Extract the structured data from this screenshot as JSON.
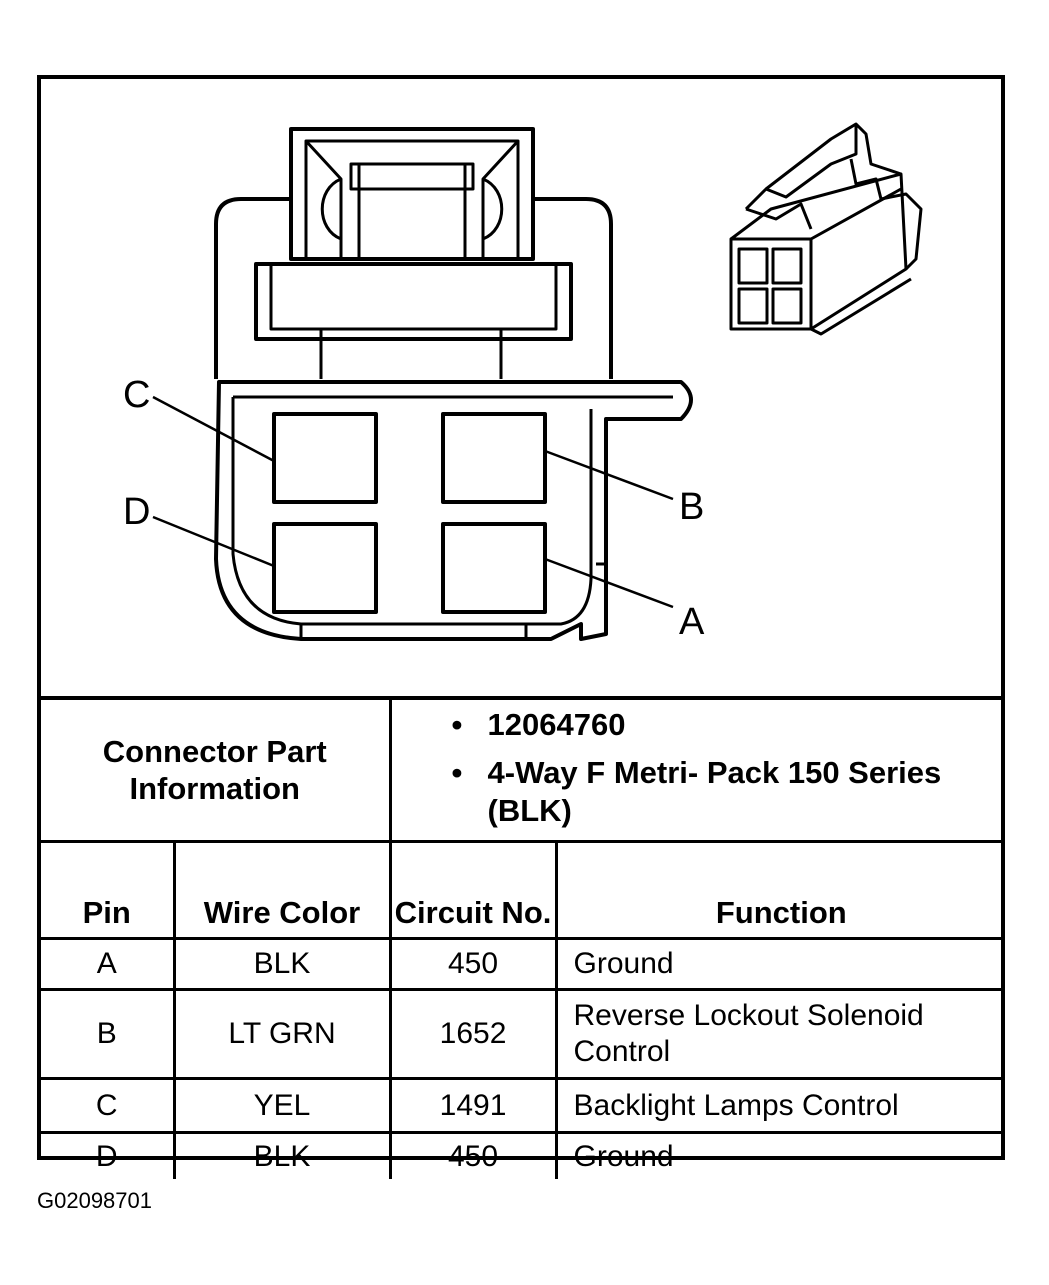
{
  "diagram": {
    "callouts": [
      "C",
      "B",
      "D",
      "A"
    ],
    "icons": [
      "connector-face-drawing",
      "connector-3d-view"
    ]
  },
  "part_info": {
    "label": "Connector Part Information",
    "items": [
      "12064760",
      "4-Way F Metri- Pack 150 Series (BLK)"
    ],
    "bullet": "•"
  },
  "table": {
    "headers": [
      "Pin",
      "Wire Color",
      "Circuit No.",
      "Function"
    ],
    "rows": [
      {
        "pin": "A",
        "wire_color": "BLK",
        "circuit": "450",
        "function": "Ground"
      },
      {
        "pin": "B",
        "wire_color": "LT GRN",
        "circuit": "1652",
        "function": "Reverse Lockout Solenoid Control"
      },
      {
        "pin": "C",
        "wire_color": "YEL",
        "circuit": "1491",
        "function": "Backlight Lamps Control"
      },
      {
        "pin": "D",
        "wire_color": "BLK",
        "circuit": "450",
        "function": "Ground"
      }
    ]
  },
  "figure_code": "G02098701"
}
